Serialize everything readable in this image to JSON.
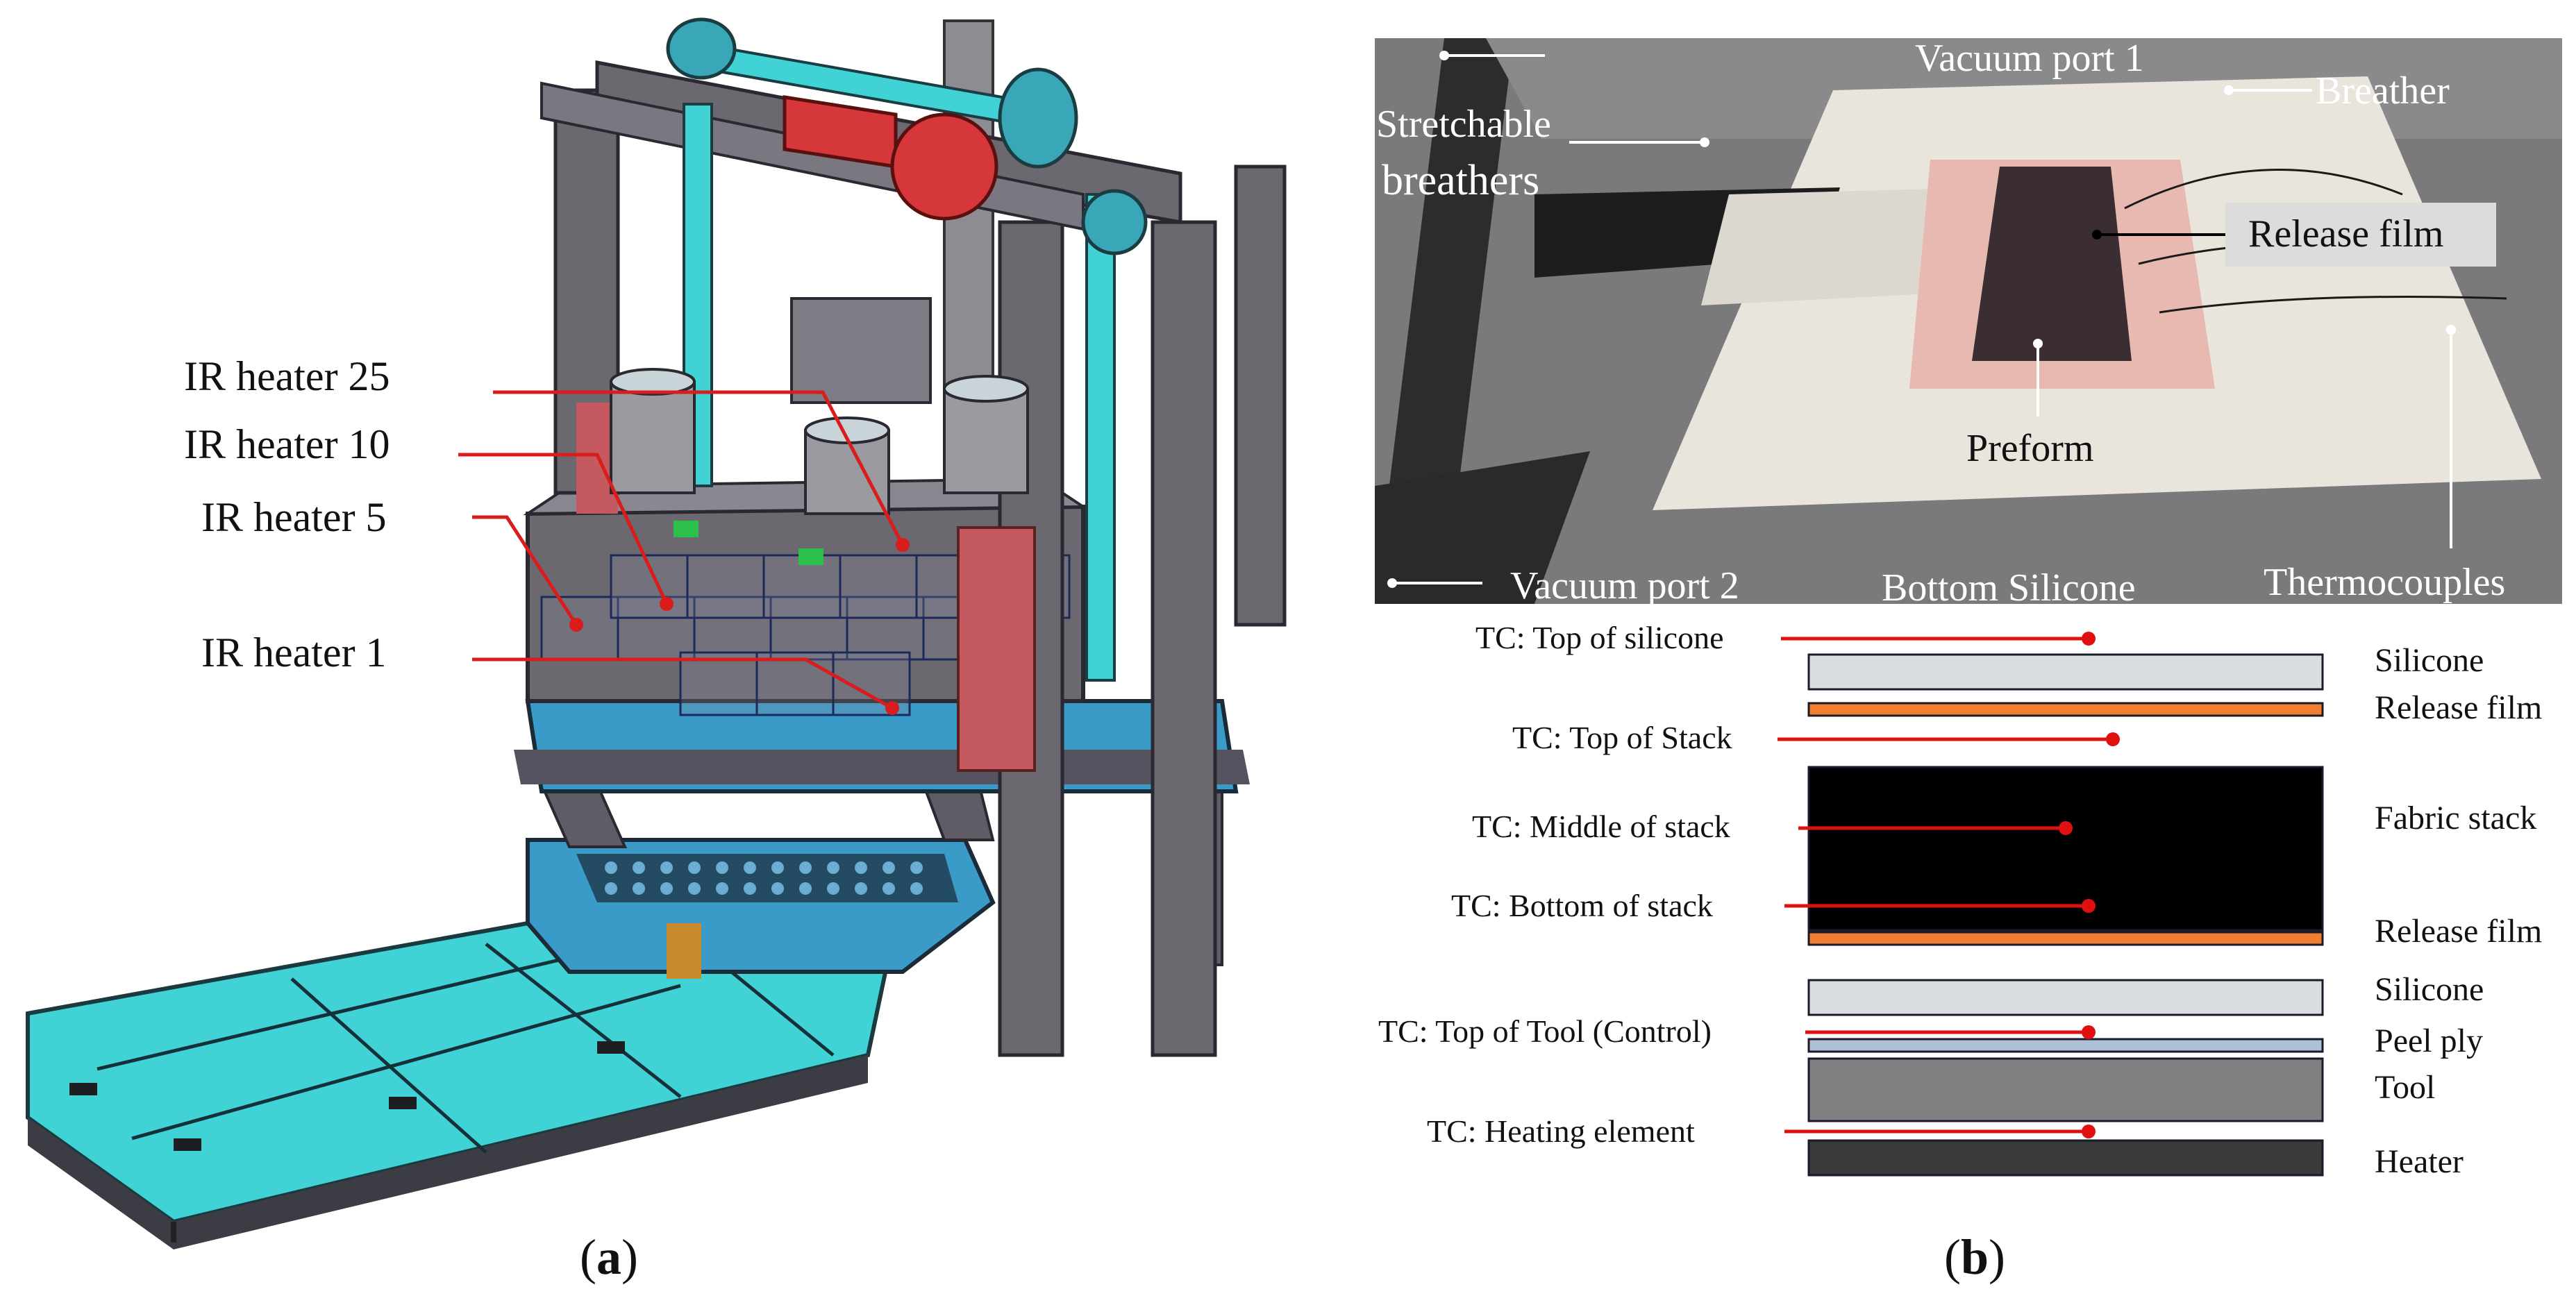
{
  "panel_a": {
    "caption_open": "(",
    "caption_letter": "a",
    "caption_close": ")",
    "callouts": [
      "IR heater 25",
      "IR heater 10",
      "IR heater 5",
      "IR heater 1"
    ],
    "colors": {
      "frame": "#6b6870",
      "cyan": "#41d2d6",
      "blue": "#3a9bc9",
      "red": "#d5373b",
      "leader": "#d91c1c"
    }
  },
  "panel_b": {
    "caption_open": "(",
    "caption_letter": "b",
    "caption_close": ")",
    "photo_labels": {
      "vacuum_port_1": "Vacuum port 1",
      "breather": "Breather",
      "stretchable_1": "Stretchable",
      "stretchable_2": "breathers",
      "release_film": "Release film",
      "preform": "Preform",
      "vacuum_port_2": "Vacuum port 2",
      "bottom_silicone": "Bottom Silicone",
      "thermocouples": "Thermocouples"
    },
    "tc_labels": [
      "TC: Top of silicone",
      "TC: Top of Stack",
      "TC: Middle of stack",
      "TC: Bottom of stack",
      "TC: Top of Tool (Control)",
      "TC: Heating element"
    ],
    "layer_labels": [
      "Silicone",
      "Release film",
      "Fabric stack",
      "Release film",
      "Silicone",
      "Peel ply",
      "Tool",
      "Heater"
    ],
    "layer_colors": {
      "silicone": "#d9dde2",
      "release_film": "#f07f33",
      "fabric_stack": "#000000",
      "peel_ply": "#aebfd6",
      "tool": "#7f7f7f",
      "heater": "#3a3a3a",
      "leader": "#e01010"
    }
  }
}
